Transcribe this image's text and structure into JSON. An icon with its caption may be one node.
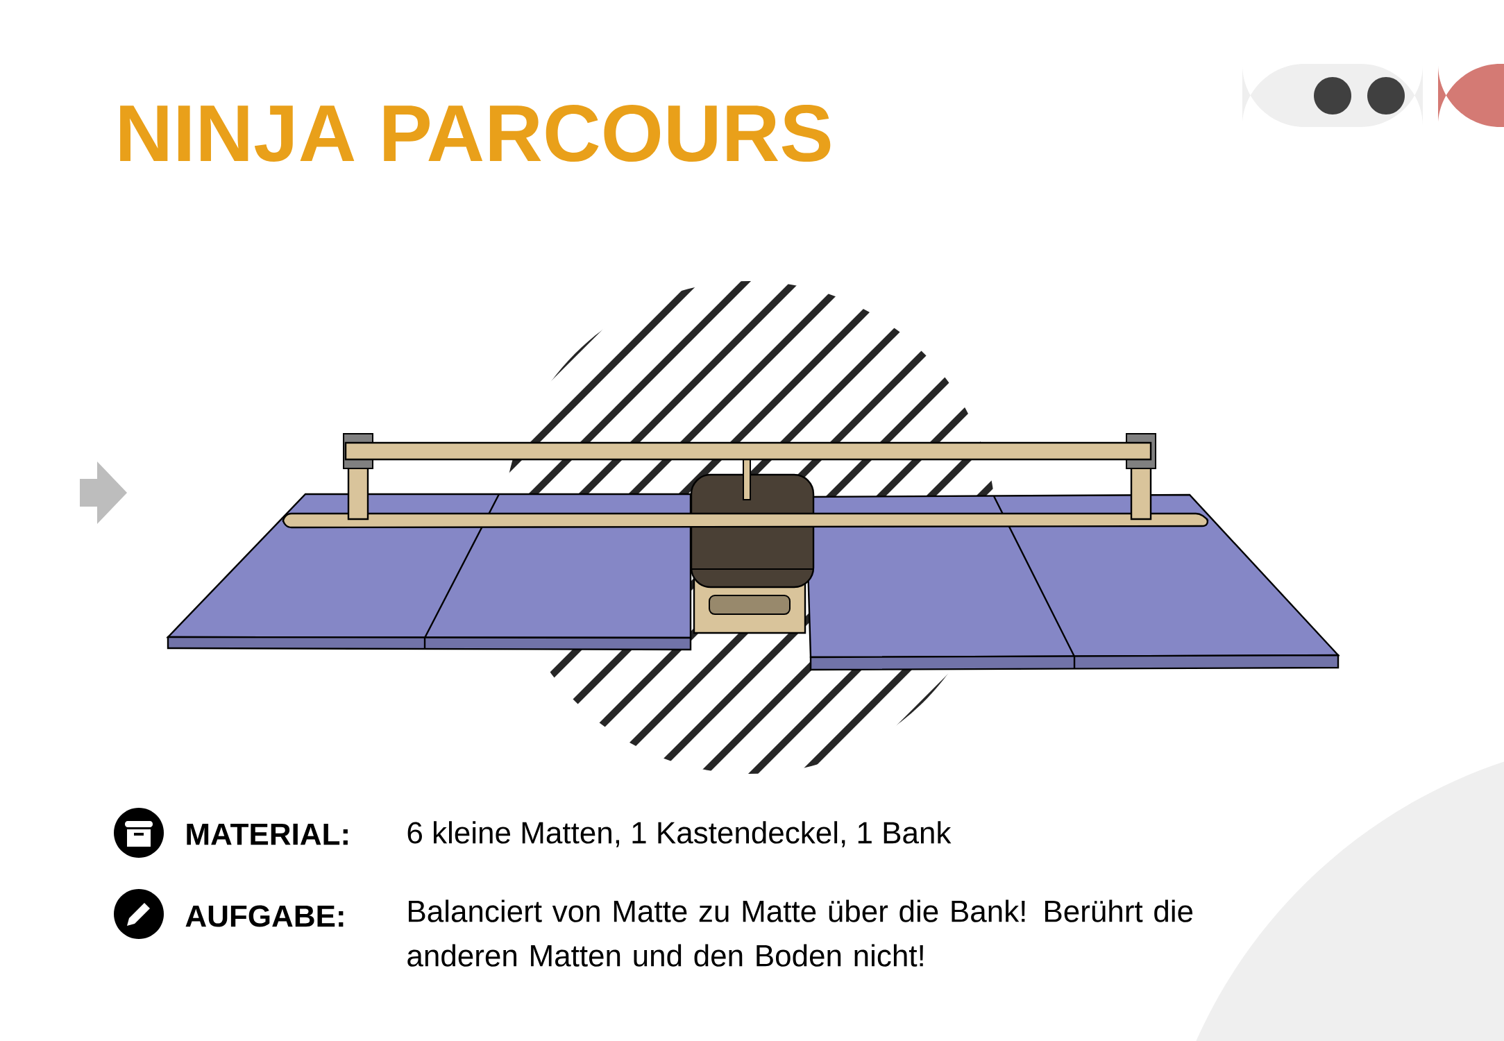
{
  "diagram": {
    "title": "NINJA PARCOURS",
    "labels": [
      "MATERIAL:",
      "6 kleine Matten, 1 Kastendeckel, 1 Bank",
      "AUFGABE:",
      "Balanciert von Matte zu Matte über die Bank! Berührt die anderen Matten und den Boden nicht!"
    ]
  }
}
